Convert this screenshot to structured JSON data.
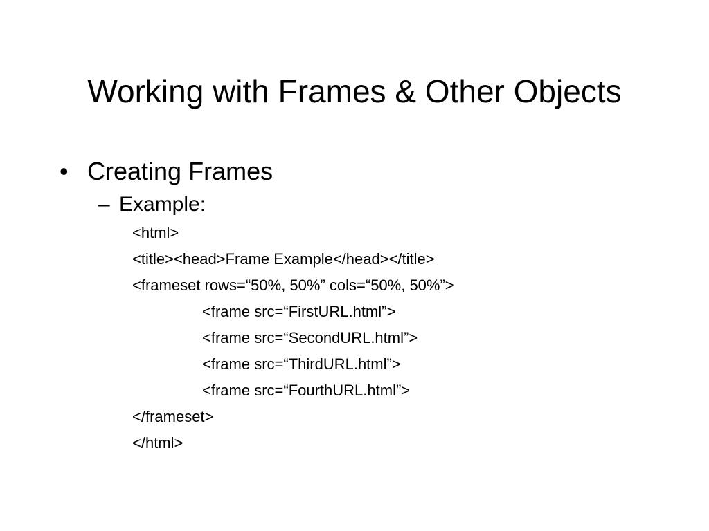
{
  "slide": {
    "title": "Working with Frames & Other Objects",
    "bullet1": {
      "marker": "•",
      "text": "Creating Frames"
    },
    "bullet2": {
      "marker": "–",
      "text": "Example:"
    },
    "code_lines": [
      "<html>",
      "<title><head>Frame Example</head></title>",
      "<frameset rows=“50%, 50%” cols=“50%, 50%”>",
      "<frame src=“FirstURL.html”>",
      "<frame src=“SecondURL.html”>",
      "<frame src=“ThirdURL.html”>",
      "<frame src=“FourthURL.html”>",
      "</frameset>",
      "</html>"
    ]
  }
}
